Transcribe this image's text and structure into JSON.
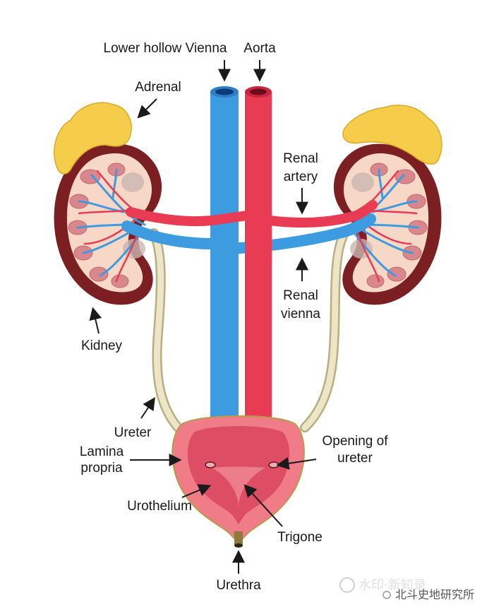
{
  "labels": {
    "vena_cava": "Lower hollow Vienna",
    "aorta": "Aorta",
    "adrenal": "Adrenal",
    "renal_artery_1": "Renal",
    "renal_artery_2": "artery",
    "renal_vein_1": "Renal",
    "renal_vein_2": "vienna",
    "kidney": "Kidney",
    "ureter": "Ureter",
    "lamina_1": "Lamina",
    "lamina_2": "propria",
    "opening_1": "Opening of",
    "opening_2": "ureter",
    "urothelium": "Urothelium",
    "trigone": "Trigone",
    "urethra": "Urethra"
  },
  "watermark": {
    "faded": "水印·新知录",
    "source": "北斗史地研究所"
  },
  "colors": {
    "vein": "#3d9be0",
    "artery": "#ea3b55",
    "adrenal": "#f5cd4a",
    "kidney_outer": "#7c1f22",
    "kidney_inner": "#f7d7c6",
    "ureter": "#e9e2bf",
    "bladder": "#ef7c86"
  }
}
